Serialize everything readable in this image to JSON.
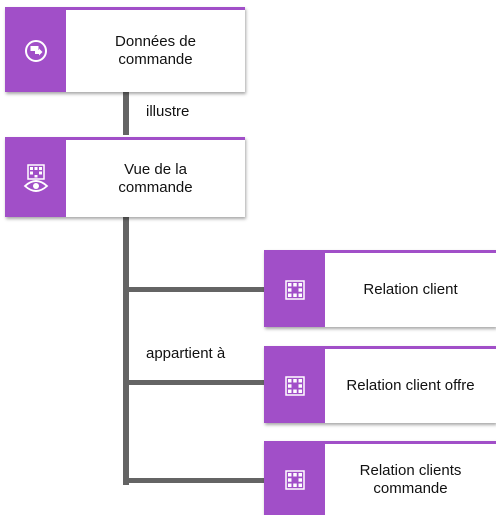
{
  "diagram": {
    "accent_color": "#a14fc8",
    "connector_color": "#646464",
    "nodes": [
      {
        "id": "donnees",
        "label": "Données de\ncommande",
        "icon": "data-transfer-icon"
      },
      {
        "id": "vue",
        "label": "Vue de la\ncommande",
        "icon": "eye-grid-icon"
      },
      {
        "id": "rel-client",
        "label": "Relation client",
        "icon": "grid-icon"
      },
      {
        "id": "rel-offre",
        "label": "Relation client offre",
        "icon": "grid-icon"
      },
      {
        "id": "rel-commande",
        "label": "Relation clients\ncommande",
        "icon": "grid-icon"
      }
    ],
    "edges": [
      {
        "from": "donnees",
        "to": "vue",
        "label": "illustre"
      },
      {
        "from": "vue",
        "to": [
          "rel-client",
          "rel-offre",
          "rel-commande"
        ],
        "label": "appartient à"
      }
    ]
  }
}
